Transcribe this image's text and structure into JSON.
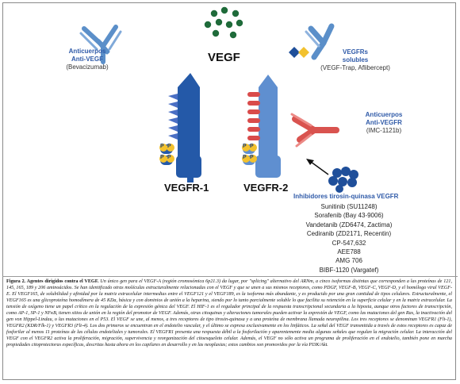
{
  "diagram": {
    "vegf_label": "VEGF",
    "anti_vegf": {
      "line1": "Anticuerpos",
      "line2": "Anti-VEGF",
      "line3": "(Bevacizumab)"
    },
    "soluble": {
      "line1": "VEGFRs",
      "line2": "solubles",
      "line3": "(VEGF-Trap, Aflibercept)"
    },
    "anti_vegfr": {
      "line1": "Anticuerpos",
      "line2": "Anti-VEGFR",
      "line3": "(IMC-1121b)"
    },
    "vegfr1_label": "VEGFR-1",
    "vegfr2_label": "VEGFR-2",
    "p_letter": "P",
    "inhibitors": {
      "title": "Inhibidores tirosin-quinasa VEGFR",
      "items": [
        "Sunitinib (SU11248)",
        "Sorafenib (Bay 43-9006)",
        "Vandetanib (ZD6474, Zactima)",
        "Cediranib (ZD2171, Recentin)",
        "CP-547,632",
        "AEE788",
        "AMG 706",
        "BIBF-1120 (Vargatef)"
      ]
    },
    "colors": {
      "vegf_dots": "#1f6b3a",
      "antibody_blue": "#5b8fc9",
      "vegfr1": "#2459a8",
      "vegfr1_light": "#4a7dc4",
      "vegfr2": "#5f8fd0",
      "vegfr2_spikes": "#d94b4b",
      "antibody_red": "#d9534f",
      "kinase_inhibitor": "#1f4f9a",
      "phosphate": "#f2c12e",
      "label_blue": "#2f5aa8"
    }
  },
  "caption": {
    "lead": "Figura 2. Agentes dirigidos contra el VEGF.",
    "text": "Un único gen para el VEGF-A (región cromosómica 6p21.3) da lugar, por \"splicing\" alternativo del ARNm, a cinco isoformas distintas que corresponden a las proteínas de 121, 145, 165, 189 y 206 aminoácidos. Se han identificado otras moléculas estructuralmente relacionadas con el VEGF y que se unen a sus mismos receptores, como PDGF, VEGF-B, VEGF-C, VEGF-D, y el homólogo viral VEGF-E. El VEGF165, de solubilidad y afinidad por la matriz extracelular intermedias entre el VEGF121 y el VEGF189, es la isoforma más abundante, y es producido por una gran cantidad de tipos celulares. Estructuralmente, el VEGF165 es una glicoproteína homodímera de 45 KDa, básica y con dominios de unión a la heparina, siendo por lo tanto parcialmente soluble lo que facilita su retención en la superficie celular y en la matriz extracelular. La tensión de oxígeno tiene un papel crítico en la regulación de la expresión génica del VEGF. El HIF-1 es el regulador principal de la respuesta transcripcional secundaria a la hipoxia, aunque otros factores de transcripción, como AP-1, SP-1 y NFκB, tienen sitios de unión en la región del promotor de VEGF. Además, otras citoquinas y alteraciones tumorales pueden activar la expresión de VEGF, como las mutaciones del gen Ras, la inactivación del gen von Hippel-Lindau, o las mutaciones en el P53. El VEGF se une, al menos, a tres receptores de tipo tirosin-quinasa y a una proteína de membrana llamada neuropilina. Los tres receptores se denominan VEGFR1 (Flt-1), VEGFR2 (KDR/Flk-1) y VEGFR3 (Flt-4). Los dos primeros se encuentran en el endotelio vascular, y el último se expresa exclusivamente en los linfáticos. La señal del VEGF transmitida a través de estos receptores es capaz de fosforilar al menos 11 proteínas de las células endoteliales y tumorales. El VEGFR1 presenta una respuesta débil a la fosforilación y aparentemente media algunas señales que regulan la migración celular. La interacción del VEGF con el VEGFR2 activa la proliferación, migración, supervivencia y reorganización del citoesqueleto celular. Además, el VEGF no sólo activa un programa de proliferación en el endotelio, también pone en marcha propiedades citoprotectoras específicas, descritas hasta ahora en los capilares en desarrollo y en las neoplasias; estos cambios son promovidos por la vía PI3K/Akt."
  }
}
